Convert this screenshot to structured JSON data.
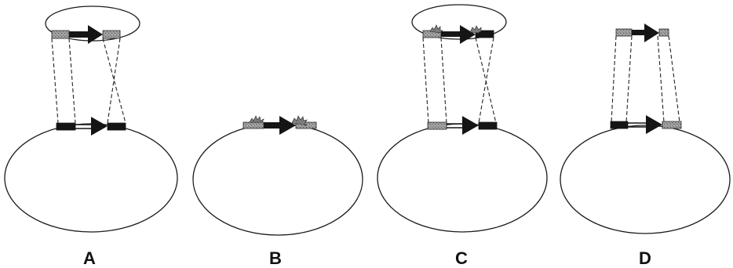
{
  "panels": [
    {
      "id": "A",
      "label": "A"
    },
    {
      "id": "B",
      "label": "B"
    },
    {
      "id": "C",
      "label": "C"
    },
    {
      "id": "D",
      "label": "D"
    }
  ],
  "colors": {
    "outline": "#1a1a1a",
    "arrow": "#151515",
    "flank_speckle": "#8a8a8a",
    "background": "#ffffff"
  }
}
